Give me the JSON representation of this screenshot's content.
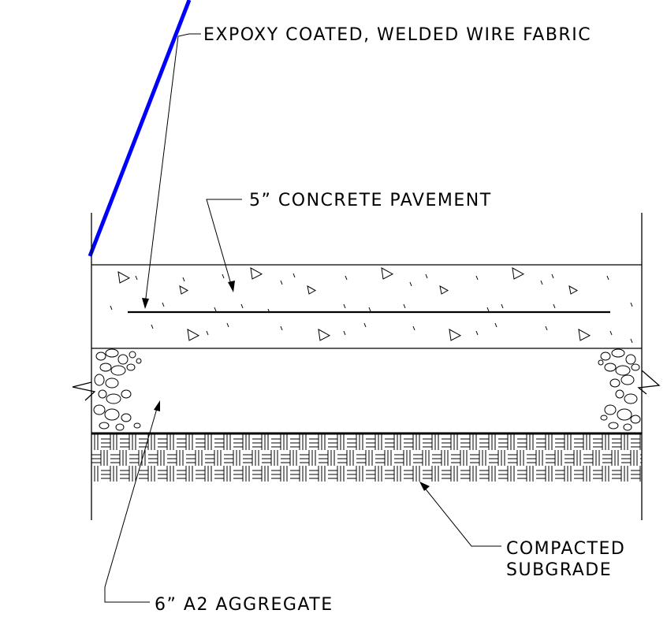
{
  "labels": {
    "wire_fabric": "EXPOXY COATED, WELDED WIRE FABRIC",
    "concrete": "5” CONCRETE PAVEMENT",
    "subgrade_line1": "COMPACTED",
    "subgrade_line2": "SUBGRADE",
    "aggregate": "6” A2 AGGREGATE"
  },
  "colors": {
    "ink": "#000000",
    "markup_line": "#0000ff",
    "background": "#ffffff"
  }
}
